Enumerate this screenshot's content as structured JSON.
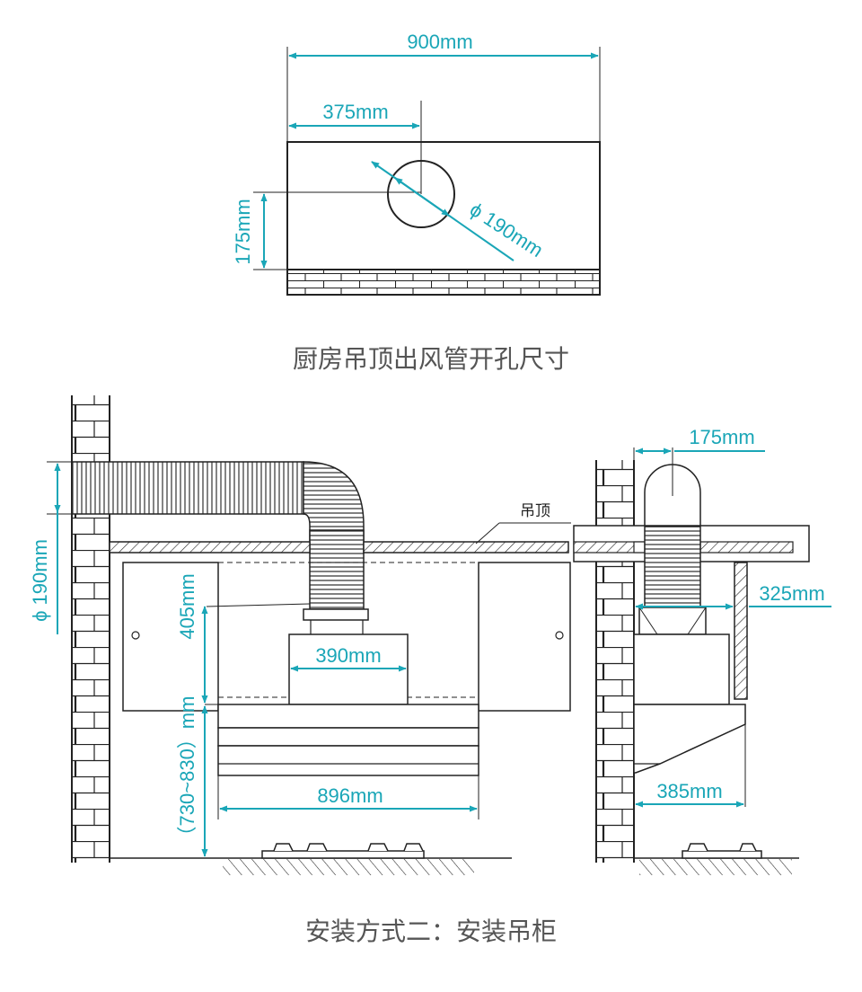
{
  "colors": {
    "line": "#222222",
    "dimension": "#1aa6b7",
    "caption": "#555555"
  },
  "top_view": {
    "width_label": "900mm",
    "offset_label": "375mm",
    "height_label": "175mm",
    "diameter_label": "ϕ 190mm",
    "caption": "厨房吊顶出风管开孔尺寸"
  },
  "install_view": {
    "diameter_label": "ϕ 190mm",
    "gap_label": "405mm",
    "outlet_label": "390mm",
    "height_label": "（730~830）mm",
    "hood_width_label": "896mm",
    "side_offset_label": "175mm",
    "ceiling_label": "吊顶",
    "side_depth_label": "325mm",
    "side_width_label": "385mm",
    "caption": "安装方式二：安装吊柜"
  }
}
